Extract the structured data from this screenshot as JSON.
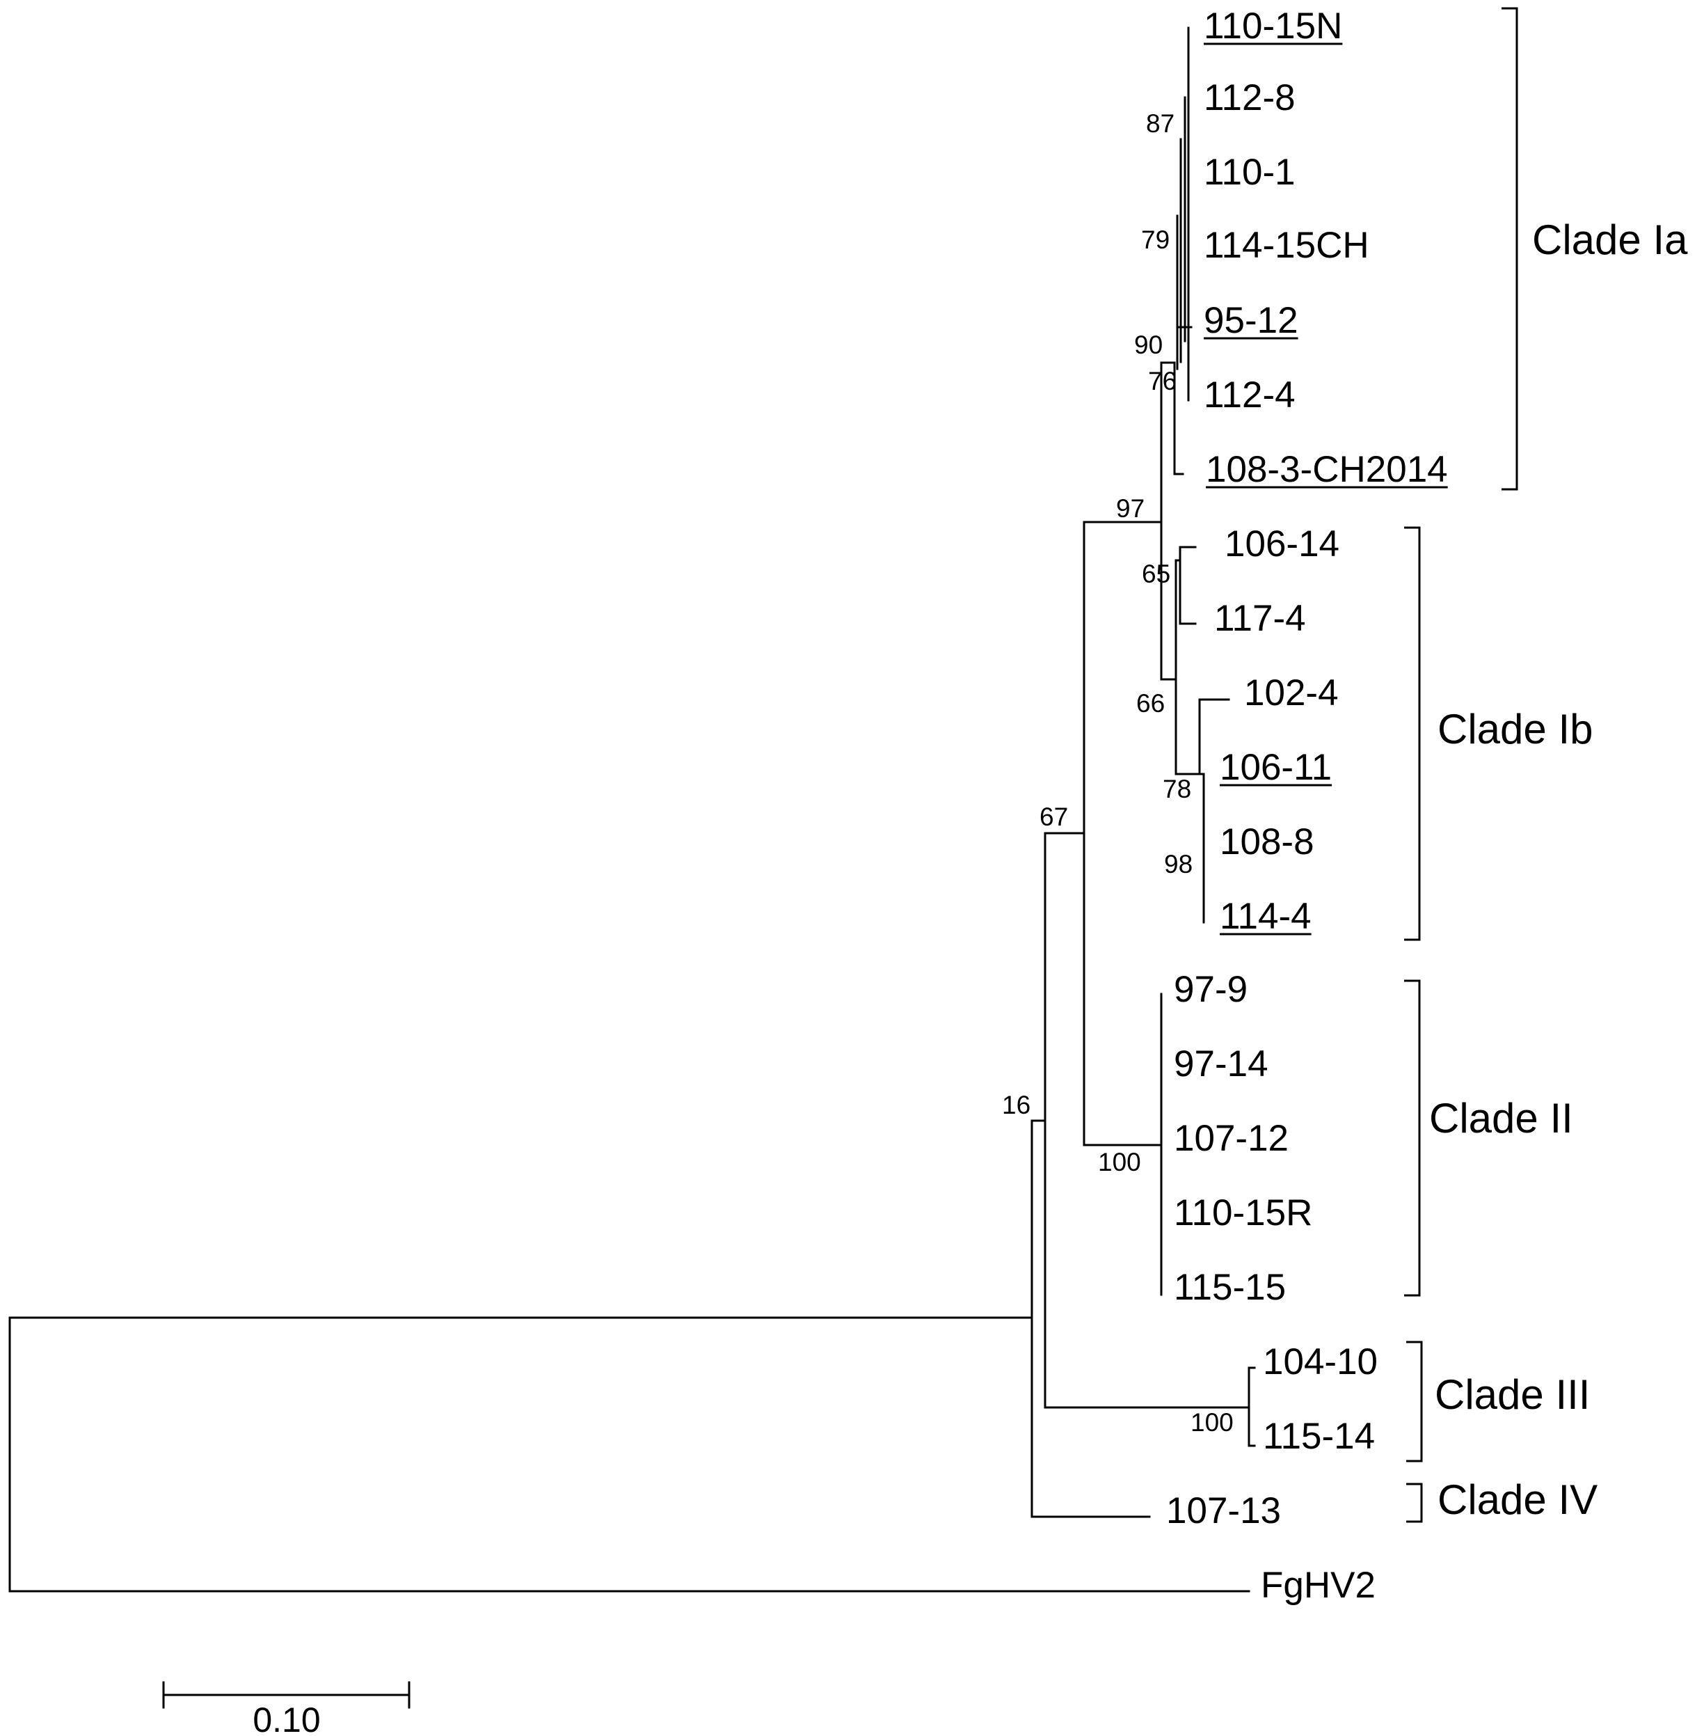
{
  "taxa": [
    {
      "id": "t110_15N",
      "label": "110-15N",
      "underlined": true
    },
    {
      "id": "t112_8",
      "label": "112-8",
      "underlined": false
    },
    {
      "id": "t110_1",
      "label": "110-1",
      "underlined": false
    },
    {
      "id": "t114_15CH",
      "label": "114-15CH",
      "underlined": false
    },
    {
      "id": "t95_12",
      "label": "95-12",
      "underlined": true
    },
    {
      "id": "t112_4",
      "label": "112-4",
      "underlined": false
    },
    {
      "id": "t108_3",
      "label": "108-3-CH2014",
      "underlined": true
    },
    {
      "id": "t106_14",
      "label": "106-14",
      "underlined": false
    },
    {
      "id": "t117_4",
      "label": "117-4",
      "underlined": false
    },
    {
      "id": "t102_4",
      "label": "102-4",
      "underlined": false
    },
    {
      "id": "t106_11",
      "label": "106-11",
      "underlined": true
    },
    {
      "id": "t108_8",
      "label": "108-8",
      "underlined": false
    },
    {
      "id": "t114_4",
      "label": "114-4",
      "underlined": true
    },
    {
      "id": "t97_9",
      "label": "97-9",
      "underlined": false
    },
    {
      "id": "t97_14",
      "label": "97-14",
      "underlined": false
    },
    {
      "id": "t107_12",
      "label": "107-12",
      "underlined": false
    },
    {
      "id": "t110_15R",
      "label": "110-15R",
      "underlined": false
    },
    {
      "id": "t115_15",
      "label": "115-15",
      "underlined": false
    },
    {
      "id": "t104_10",
      "label": "104-10",
      "underlined": false
    },
    {
      "id": "t115_14",
      "label": "115-14",
      "underlined": false
    },
    {
      "id": "t107_13",
      "label": "107-13",
      "underlined": false
    },
    {
      "id": "tFgHV2",
      "label": "FgHV2",
      "underlined": false
    }
  ],
  "bootstrap_values": {
    "n87": "87",
    "n79": "79",
    "n90": "90",
    "n76": "76",
    "n97": "97",
    "n65": "65",
    "n66": "66",
    "n78": "78",
    "n98": "98",
    "n67": "67",
    "n16": "16",
    "n100a": "100",
    "n100b": "100"
  },
  "clades": [
    {
      "id": "clade_Ia",
      "label": "Clade Ia"
    },
    {
      "id": "clade_Ib",
      "label": "Clade Ib"
    },
    {
      "id": "clade_II",
      "label": "Clade II"
    },
    {
      "id": "clade_III",
      "label": "Clade III"
    },
    {
      "id": "clade_IV",
      "label": "Clade IV"
    }
  ],
  "scale_bar": {
    "label": "0.10",
    "length": 0.1
  }
}
